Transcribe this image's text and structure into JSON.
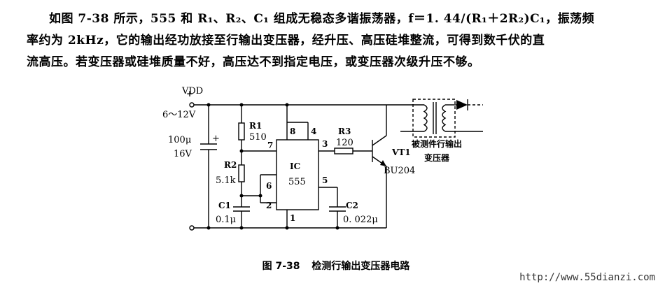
{
  "paragraph": {
    "line1": "如图 7-38 所示，555 和 R₁、R₂、C₁ 组成无稳态多谐振荡器，f＝1. 44/(R₁＋2R₂)C₁，振荡频",
    "line2": "率约为 2kHz，它的输出经功放接至行输出变压器，经升压、高压硅堆整流，可得到数千伏的直",
    "line3": "流高压。若变压器或硅堆质量不好，高压达不到指定电压，或变压器次级升压不够。"
  },
  "circuit": {
    "supply_plus": "+",
    "vdd_label": "VDD",
    "supply_range": "6～12V",
    "cap_main_value": "100μ",
    "cap_main_voltage": "16V",
    "cap_main_polarity": "+",
    "r1_label": "R1",
    "r1_value": "510",
    "r2_label": "R2",
    "r2_value": "5.1k",
    "c1_label": "C1",
    "c1_value": "0.1μ",
    "ic_label": "IC",
    "ic_type": "555",
    "pin8": "8",
    "pin4": "4",
    "pin7": "7",
    "pin6": "6",
    "pin2": "2",
    "pin1": "1",
    "pin3": "3",
    "pin5": "5",
    "r3_label": "R3",
    "r3_value": "120",
    "c2_label": "C2",
    "c2_value": "0. 022μ",
    "transistor_label": "VT1",
    "transistor_type": "BU204",
    "dut_line1": "被测件行输出",
    "dut_line2": "变压器"
  },
  "caption": {
    "figure_no": "图 7-38",
    "title": "检测行输出变压器电路"
  },
  "watermark": "http://www.55dianzi.com"
}
